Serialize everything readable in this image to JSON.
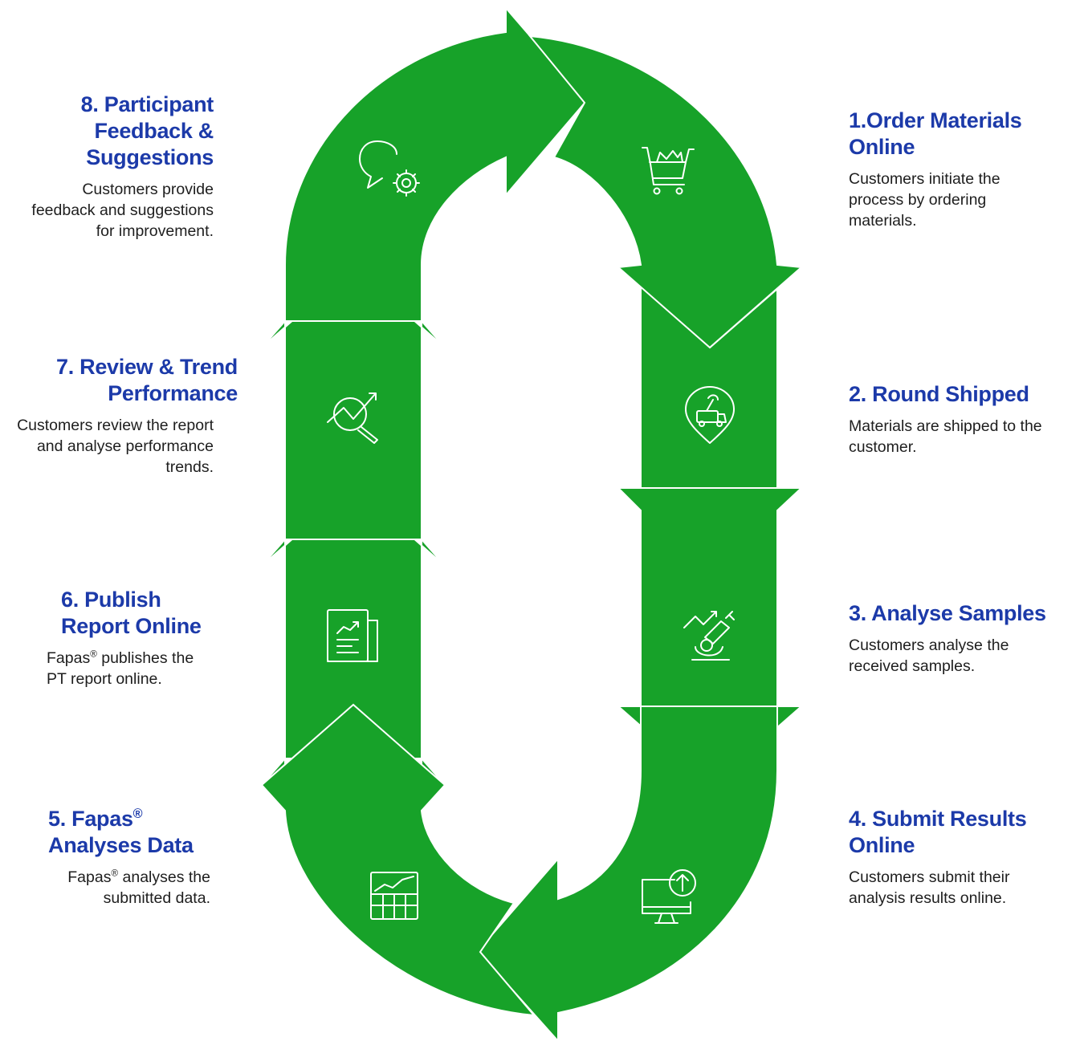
{
  "colors": {
    "arrow_fill": "#17a229",
    "outline": "#ffffff",
    "heading": "#1c3aa9",
    "body_text": "#1e1e1e"
  },
  "steps": [
    {
      "num": "1.",
      "title": "Order Materials Online",
      "desc": "Customers initiate the process by ordering materials.",
      "icon": "shopping-cart-icon"
    },
    {
      "num": "2.",
      "title": "Round Shipped",
      "desc": "Materials are shipped to the customer.",
      "icon": "delivery-location-icon"
    },
    {
      "num": "3.",
      "title": "Analyse Samples",
      "desc": "Customers analyse the received samples.",
      "icon": "microscope-trend-icon"
    },
    {
      "num": "4.",
      "title": "Submit Results Online",
      "desc": "Customers submit their analysis results online.",
      "icon": "monitor-upload-icon"
    },
    {
      "num": "5.",
      "title_pre": "Fapas",
      "title_sup": "®",
      "title_post": " Analyses Data",
      "desc_pre": "Fapas",
      "desc_sup": "®",
      "desc_post": " analyses the submitted data.",
      "icon": "data-chart-icon"
    },
    {
      "num": "6.",
      "title": "Publish Report Online",
      "desc_pre": "Fapas",
      "desc_sup": "®",
      "desc_post": " publishes the PT report online.",
      "icon": "report-document-icon"
    },
    {
      "num": "7.",
      "title": "Review & Trend Performance",
      "desc": "Customers review the report and analyse performance trends.",
      "icon": "search-trend-icon"
    },
    {
      "num": "8.",
      "title": "Participant Feedback & Suggestions",
      "desc": "Customers provide feedback and suggestions for improvement.",
      "icon": "feedback-gear-icon"
    }
  ]
}
